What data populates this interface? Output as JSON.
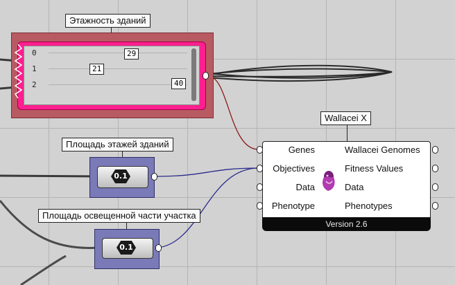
{
  "gene_pool": {
    "label": "Этажность зданий",
    "rows": [
      {
        "index": "0",
        "value": "29"
      },
      {
        "index": "1",
        "value": "21"
      },
      {
        "index": "2",
        "value": "40"
      }
    ]
  },
  "sliders": [
    {
      "label": "Площадь этажей зданий",
      "value": "0.1"
    },
    {
      "label": "Площадь освещенной части участка",
      "value": "0.1"
    }
  ],
  "wallacei": {
    "title": "Wallacei X",
    "inputs": [
      "Genes",
      "Objectives",
      "Data",
      "Phenotype"
    ],
    "outputs": [
      "Wallacei Genomes",
      "Fitness Values",
      "Data",
      "Phenotypes"
    ],
    "version": "Version 2.6",
    "icon": "wallacei-icon"
  },
  "colors": {
    "canvas": "#d2d2d2",
    "gene_pool": "#ff1f8e",
    "slider_group": "#7a7ab8",
    "wire_red": "#8b1a1a",
    "wire_blue": "#2a2a8a"
  }
}
